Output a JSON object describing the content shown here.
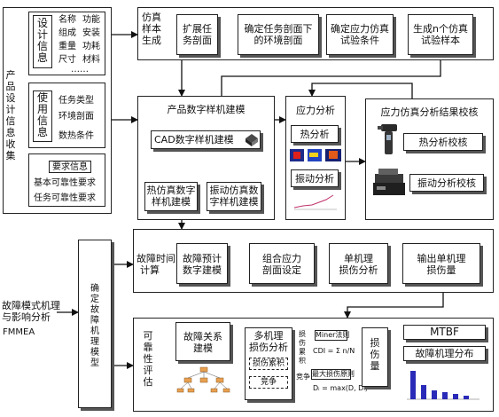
{
  "left_column": {
    "title_chars": [
      "产",
      "品",
      "设",
      "计",
      "信",
      "息",
      "收",
      "集"
    ],
    "design_label": [
      "设",
      "计",
      "信",
      "息"
    ],
    "design_grid": [
      [
        "名称",
        "功能"
      ],
      [
        "组成",
        "安装"
      ],
      [
        "重量",
        "功耗"
      ],
      [
        "尺寸",
        "材料"
      ]
    ],
    "design_more": "……",
    "use_label": [
      "使",
      "用",
      "信",
      "息"
    ],
    "use_items": [
      "任务类型",
      "环境剖面",
      "数热条件"
    ],
    "req_title": "要求信息",
    "req_items": [
      "基本可靠性要求",
      "任务可靠性要求"
    ]
  },
  "top_pipeline": {
    "section": [
      "仿真",
      "样本",
      "生成"
    ],
    "steps": [
      [
        "扩展任",
        "务剖面"
      ],
      [
        "确定任务剖面下",
        "的环境剖面"
      ],
      [
        "确定应力仿真",
        "试验条件"
      ],
      [
        "生成n个仿真",
        "试验样本"
      ]
    ]
  },
  "model": {
    "title": "产品数字样机建模",
    "cad": "CAD数字样机建模",
    "thermal": [
      "热仿真数字",
      "样机建模"
    ],
    "vibration": [
      "振动仿真数",
      "字样机建模"
    ]
  },
  "stress": {
    "title": "应力分析",
    "thermal": "热分析",
    "vibration": "振动分析"
  },
  "calibration": {
    "title": "应力仿真分析结果校核",
    "thermal": "热分析校核",
    "vibration": "振动分析校核"
  },
  "fmmea": {
    "lines": [
      "故障模式机理",
      "与影响分析"
    ],
    "abbr": "FMMEA"
  },
  "mechanism_model": [
    "确",
    "定",
    "故",
    "障",
    "机",
    "理",
    "模",
    "型"
  ],
  "fault_time": {
    "section": [
      "故障时间",
      "计",
      "算"
    ],
    "steps": [
      [
        "故障预计",
        "数字建模"
      ],
      [
        "组合应力",
        "剖面设定"
      ],
      [
        "单机理",
        "损伤分析"
      ],
      [
        "输出单机理",
        "损伤量"
      ]
    ]
  },
  "reliability": {
    "section": [
      "可",
      "靠",
      "性",
      "评",
      "估"
    ],
    "relation": [
      "故障关系",
      "建模"
    ],
    "multi": [
      "多机理",
      "损伤分析"
    ],
    "damage_accum": "损伤累积",
    "compete": "竞争",
    "formula_side_1": "损伤累积",
    "miner": "Miner法则",
    "formula_1": "CDI = Σ n/N",
    "formula_side_2": "竞争",
    "max_damage": "最大损伤原则",
    "formula_2": "Dᵢ = max(D, Dᵢ)",
    "damage_amount": [
      "损",
      "伤",
      "量"
    ],
    "mtbf": "MTBF",
    "distribution": "故障机理分布"
  }
}
